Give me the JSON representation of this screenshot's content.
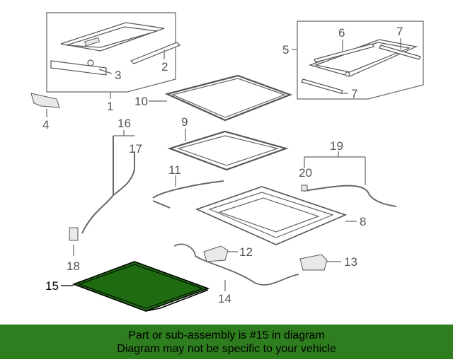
{
  "diagram": {
    "callouts": [
      "1",
      "2",
      "3",
      "4",
      "5",
      "6",
      "7",
      "7",
      "8",
      "9",
      "10",
      "11",
      "12",
      "13",
      "14",
      "15",
      "16",
      "17",
      "18",
      "19",
      "20"
    ],
    "highlighted_part": "15",
    "colors": {
      "highlight_fill": "#1f6b12",
      "banner_bg": "#2e7d1e"
    }
  },
  "banner": {
    "line1": "Part or sub-assembly is #15 in diagram",
    "line2": "Diagram may not be specific to your vehicle"
  }
}
